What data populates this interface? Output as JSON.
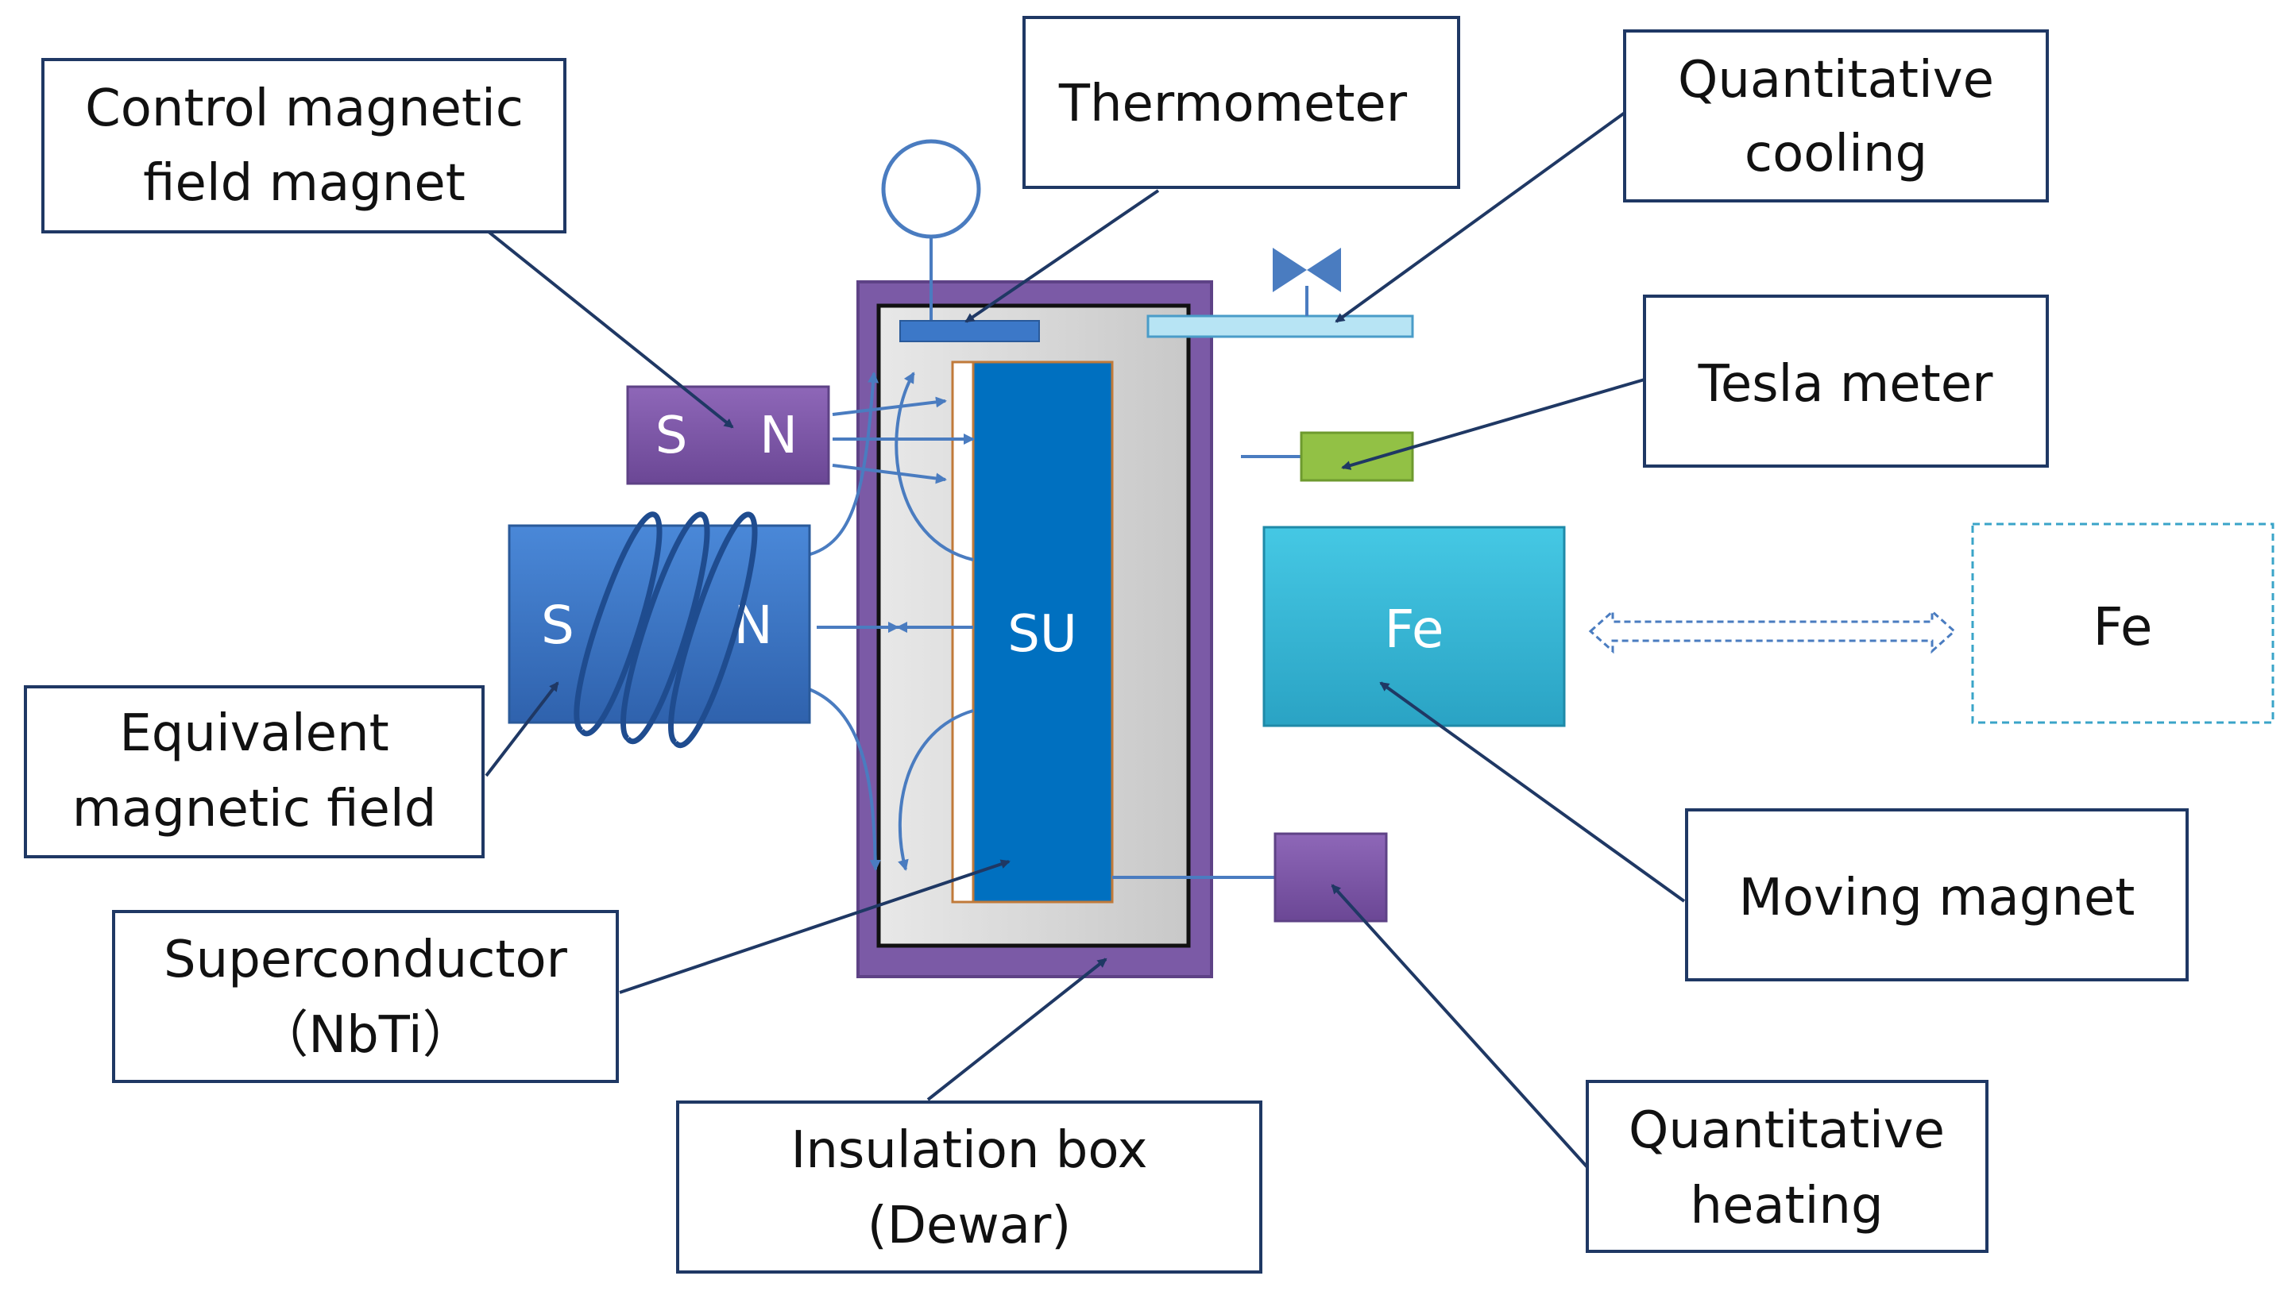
{
  "labels": {
    "control_magnet": [
      "Control magnetic",
      "field magnet"
    ],
    "thermometer": [
      "Thermometer"
    ],
    "quantitative_cooling": [
      "Quantitative",
      "cooling"
    ],
    "tesla_meter": [
      "Tesla meter"
    ],
    "equivalent_field": [
      "Equivalent",
      "magnetic field"
    ],
    "superconductor": [
      "Superconductor",
      "（NbTi）"
    ],
    "insulation_box": [
      "Insulation box",
      "(Dewar)"
    ],
    "moving_magnet": [
      "Moving magnet"
    ],
    "quantitative_heating": [
      "Quantitative",
      "heating"
    ]
  },
  "components": {
    "control_magnet_s": "S",
    "control_magnet_n": "N",
    "big_magnet_s": "S",
    "big_magnet_n": "N",
    "superconductor": "SU",
    "fe_block": "Fe",
    "fe_ghost": "Fe"
  },
  "colors": {
    "label_border": "#1f3864",
    "leader_line": "#1f3864",
    "dewar_outer": "#7b5aa6",
    "dewar_inner": "#d9d9d9",
    "superconductor": "#0070c0",
    "big_magnet": "#3c78c8",
    "control_magnet": "#7d56a8",
    "fe_block": "#31b8d6",
    "tesla_meter": "#92c145",
    "cooling_pipe": "#b7e4f4",
    "heater": "#7d56a8",
    "field_line": "#4a7cc0"
  }
}
